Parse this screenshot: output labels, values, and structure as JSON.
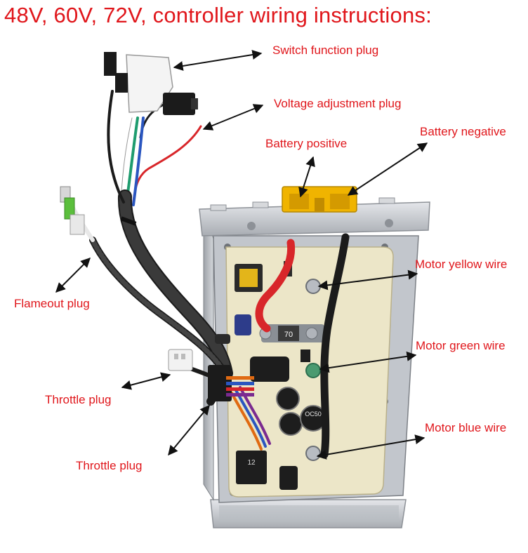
{
  "title": "48V, 60V, 72V, controller wiring instructions:",
  "labels": {
    "switch_function_plug": "Switch function plug",
    "voltage_adjustment_plug": "Voltage adjustment plug",
    "battery_positive": "Battery positive",
    "battery_negative": "Battery negative",
    "motor_yellow_wire": "Motor yellow wire",
    "motor_green_wire": "Motor green wire",
    "motor_blue_wire": "Motor blue wire",
    "flameout_plug": "Flameout plug",
    "throttle_plug_upper": "Throttle plug",
    "throttle_plug_lower": "Throttle plug"
  },
  "component_markings": {
    "fuse_value": "70",
    "capacitor_code": "OC50",
    "relay_code": "12"
  },
  "colors": {
    "label_text": "#e0161b",
    "arrow": "#111111",
    "board": "#ece6c8",
    "housing": "#c9ccd1",
    "plug_yellow": "#f0b400",
    "wire_red": "#d8262a",
    "wire_black": "#1b1b1b"
  }
}
